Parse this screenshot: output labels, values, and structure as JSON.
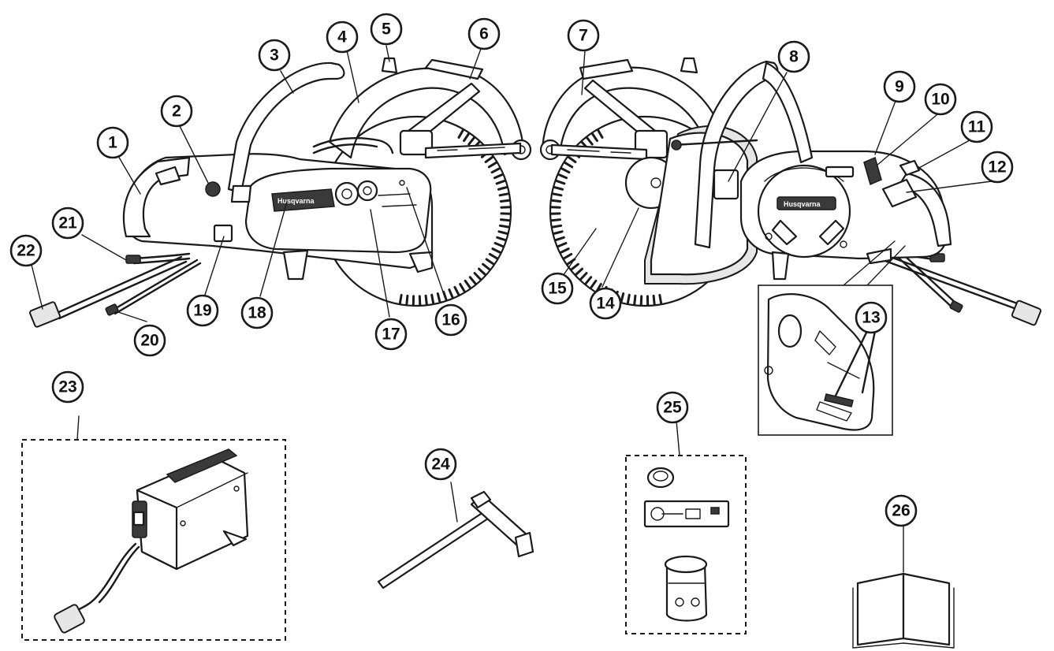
{
  "brand_text": "Husqvarna",
  "callouts": [
    "1",
    "2",
    "3",
    "4",
    "5",
    "6",
    "7",
    "8",
    "9",
    "10",
    "11",
    "12",
    "13",
    "14",
    "15",
    "16",
    "17",
    "18",
    "19",
    "20",
    "21",
    "22",
    "23",
    "24",
    "25",
    "26"
  ],
  "colors": {
    "line": "#1a1a1a",
    "background": "#ffffff",
    "fill_light": "#e6e6e6"
  }
}
